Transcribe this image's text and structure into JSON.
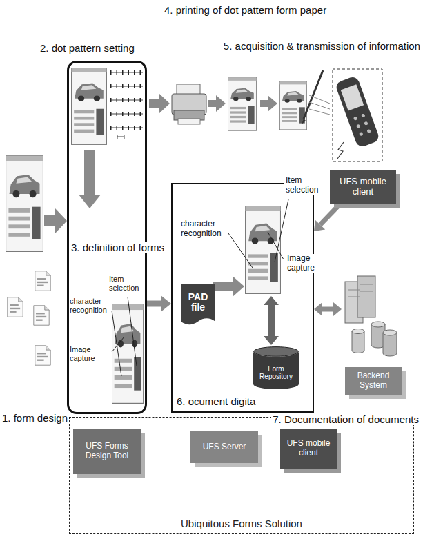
{
  "diagram": {
    "nodes": [
      {
        "text": [
          "2. dot pattern setting"
        ]
      },
      {
        "text": [
          "6. ocument digita"
        ]
      },
      {
        "text": [
          "PAD file"
        ],
        "in": 1
      },
      {
        "text": [
          "Form Repository"
        ],
        "in": 1
      },
      {
        "text": [
          "UFS mobile client"
        ]
      },
      {
        "text": [
          "Backend System"
        ]
      },
      {
        "text": [
          "Ubiquitous Forms Solution"
        ]
      },
      {
        "text": [
          "UFS Forms Design Tool"
        ],
        "in": 6
      },
      {
        "text": [
          "UFS Server"
        ],
        "in": 6
      },
      {
        "text": [
          "UFS mobile client"
        ],
        "in": 6
      }
    ],
    "edges": [
      {
        "from": 0,
        "to": 1,
        "arrow": "to"
      },
      {
        "from": 4,
        "to": 1,
        "arrow": "to"
      },
      {
        "from": 1,
        "to": 5,
        "arrow": "both"
      }
    ],
    "labels": [
      "4. printing of dot pattern form paper",
      "5. acquisition & transmission of information",
      "3. definition of forms",
      "character recognition",
      "Item selection",
      "Image capture",
      "character recognition",
      "Item selection",
      "Image capture",
      "1. form design",
      "7. Documentation of documents"
    ]
  }
}
